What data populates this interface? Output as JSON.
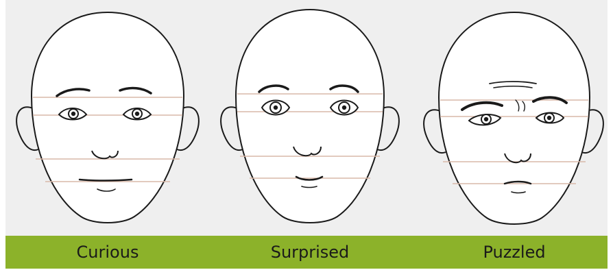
{
  "colors": {
    "panel_background": "#efefef",
    "caption_bar": "#8cb22a",
    "caption_text": "#1a1a1a",
    "outline": "#1a1a1a",
    "guide_lines": "#d9b8a8"
  },
  "faces": [
    {
      "expression": "curious",
      "label": "Curious"
    },
    {
      "expression": "surprised",
      "label": "Surprised"
    },
    {
      "expression": "puzzled",
      "label": "Puzzled"
    }
  ]
}
